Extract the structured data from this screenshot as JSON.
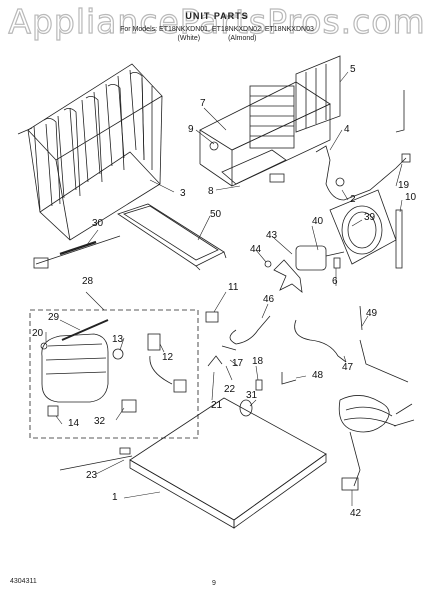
{
  "watermark": "AppliancePartsPros.com",
  "header": {
    "title": "UNIT PARTS",
    "subtitle": "For Models: ET18NKXDN01, ET18NKXDN02, ET18NKXDN03",
    "color_white": "(White)",
    "color_almond": "(Almond)"
  },
  "part_numbers": [
    "5",
    "7",
    "9",
    "4",
    "8",
    "2",
    "3",
    "19",
    "10",
    "30",
    "50",
    "39",
    "40",
    "43",
    "44",
    "6",
    "28",
    "11",
    "46",
    "29",
    "20",
    "13",
    "12",
    "49",
    "47",
    "17",
    "18",
    "31",
    "22",
    "48",
    "21",
    "32",
    "14",
    "23",
    "1",
    "42"
  ],
  "footer": {
    "doc_id": "4304311",
    "page": "9"
  }
}
